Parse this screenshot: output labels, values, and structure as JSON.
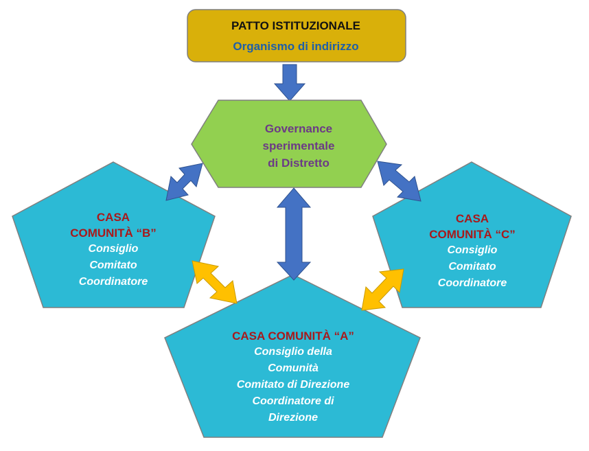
{
  "top_box": {
    "title": "PATTO ISTITUZIONALE",
    "subtitle": "Organismo  di indirizzo",
    "fill": "#d9b00a"
  },
  "governance": {
    "line1": "Governance",
    "line2": "sperimentale",
    "line3": "di Distretto",
    "fill": "#92d050"
  },
  "casa_b": {
    "title_line1": "CASA",
    "title_line2": "COMUNITÀ “B”",
    "items": [
      "Consiglio",
      "Comitato",
      "Coordinatore"
    ]
  },
  "casa_c": {
    "title_line1": "CASA",
    "title_line2": "COMUNITÀ “C”",
    "items": [
      "Consiglio",
      "Comitato",
      "Coordinatore"
    ]
  },
  "casa_a": {
    "title": "CASA COMUNITÀ “A”",
    "items": [
      "Consiglio della",
      "Comunità",
      "Comitato di Direzione",
      "Coordinatore di",
      "Direzione"
    ]
  },
  "colors": {
    "pentagon_fill": "#2cbad5",
    "blue_arrow": "#4472c4",
    "yellow_arrow": "#ffc000",
    "title_red": "#a8191b",
    "governance_text": "#6b3a86"
  }
}
